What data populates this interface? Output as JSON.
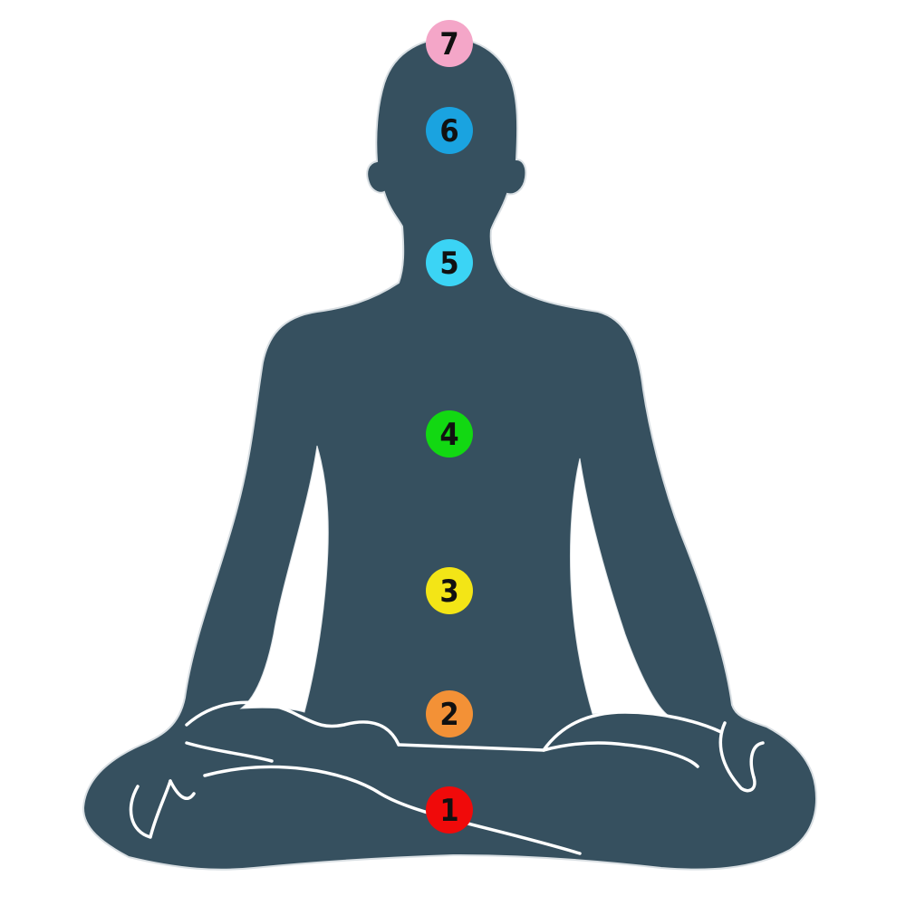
{
  "figure": {
    "subject": "meditating-figure-seven-chakras",
    "silhouette_color": "#36505F",
    "outline_color": "#FFFFFF",
    "background_color": "#FFFFFF"
  },
  "chakras": [
    {
      "label": "7",
      "color": "#F4A6C8"
    },
    {
      "label": "6",
      "color": "#1AA3E0"
    },
    {
      "label": "5",
      "color": "#3BD4F5"
    },
    {
      "label": "4",
      "color": "#12D812"
    },
    {
      "label": "3",
      "color": "#F3E516"
    },
    {
      "label": "2",
      "color": "#F39136"
    },
    {
      "label": "1",
      "color": "#F00A0A"
    }
  ]
}
